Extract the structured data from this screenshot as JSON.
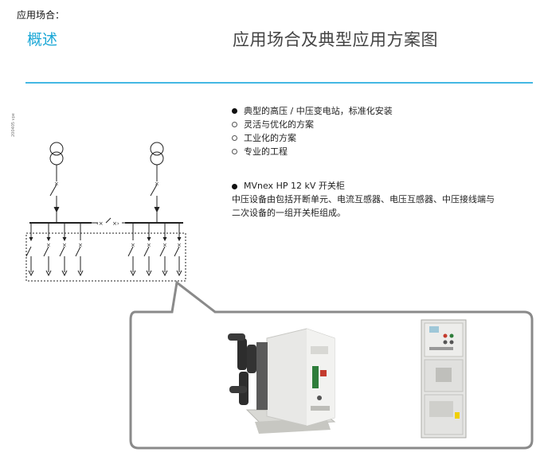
{
  "header": {
    "top_label": "应用场合：",
    "section_title": "概述",
    "page_title": "应用场合及典型应用方案图"
  },
  "features": [
    {
      "text": "典型的高压 / 中压变电站，标准化安装",
      "bullet": "filled"
    },
    {
      "text": "灵活与优化的方案",
      "bullet": "hollow"
    },
    {
      "text": "工业化的方案",
      "bullet": "hollow"
    },
    {
      "text": "专业的工程",
      "bullet": "hollow"
    }
  ],
  "product": {
    "name": "MVnex HP 12 kV 开关柜",
    "description": "中压设备由包括开断单元、电流互感器、电压互感器、中压接线端与二次设备的一组开关柜组成。"
  },
  "diagram": {
    "reference_code": "200405 vpe"
  },
  "colors": {
    "accent": "#1aa7d6",
    "rule": "#44b8e3",
    "callout_border": "#8a8a8a",
    "text": "#222222"
  },
  "icons": [
    "transformer-icon",
    "breaker-photo",
    "switchgear-cabinet-photo"
  ]
}
